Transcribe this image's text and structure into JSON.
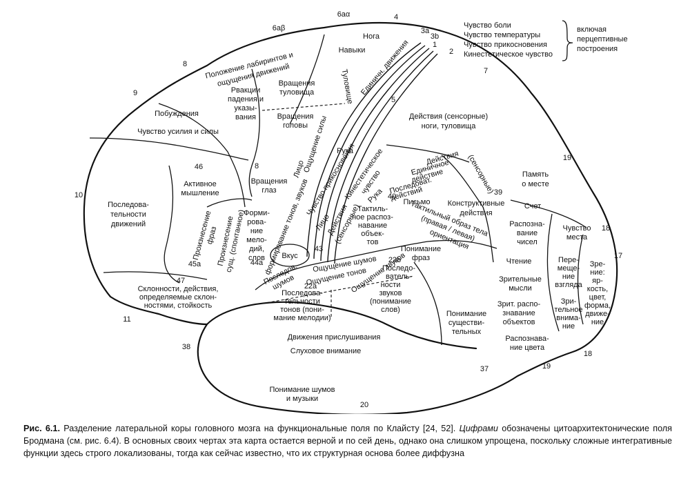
{
  "caption": {
    "label": "Рис. 6.1.",
    "text_main": " Разделение латеральной коры головного мозга на функциональные поля по Клайсту [24, 52]. ",
    "text_italic": "Цифрами",
    "text_rest": " обозначены цитоархитектонические поля Бродмана (см. рис. 6.4). В основных своих чертах эта карта остается верной и по сей день, однако она слишком упрощена, поскольку сложные интегративные функции здесь строго локализованы, тогда как сейчас известно, что их структурная основа более диффузна"
  },
  "legend": {
    "lines": [
      "Чувство боли",
      "Чувство температуры",
      "Чувство прикосновения",
      "Кинестетическое чувство"
    ],
    "brace_lines": [
      "включая",
      "перцептивные",
      "построения"
    ]
  },
  "areas": [
    {
      "id": "6ab",
      "text": "6aβ"
    },
    {
      "id": "6aa",
      "text": "6aα"
    },
    {
      "id": "4",
      "text": "4"
    },
    {
      "id": "3a",
      "text": "3a"
    },
    {
      "id": "3b",
      "text": "3b"
    },
    {
      "id": "1",
      "text": "1"
    },
    {
      "id": "2",
      "text": "2"
    },
    {
      "id": "7",
      "text": "7"
    },
    {
      "id": "5",
      "text": "5"
    },
    {
      "id": "8a",
      "text": "8"
    },
    {
      "id": "8b",
      "text": "8"
    },
    {
      "id": "9",
      "text": "9"
    },
    {
      "id": "10",
      "text": "10"
    },
    {
      "id": "46",
      "text": "46"
    },
    {
      "id": "45a",
      "text": "45a"
    },
    {
      "id": "44a",
      "text": "44a"
    },
    {
      "id": "47",
      "text": "47"
    },
    {
      "id": "11",
      "text": "11"
    },
    {
      "id": "43",
      "text": "43"
    },
    {
      "id": "40",
      "text": "40"
    },
    {
      "id": "39",
      "text": "39"
    },
    {
      "id": "19a",
      "text": "19"
    },
    {
      "id": "19b",
      "text": "19"
    },
    {
      "id": "18a",
      "text": "18"
    },
    {
      "id": "18b",
      "text": "18"
    },
    {
      "id": "17",
      "text": "17"
    },
    {
      "id": "22b",
      "text": "22b"
    },
    {
      "id": "22a",
      "text": "22a"
    },
    {
      "id": "38",
      "text": "38"
    },
    {
      "id": "37",
      "text": "37"
    },
    {
      "id": "20",
      "text": "20"
    }
  ],
  "regions": {
    "noga": "Нога",
    "navyki": "Навыки",
    "edin_dvizh": "Единичн. движения",
    "tulovishche": "Туловище",
    "polozhenie": [
      "Положение лабиринтов и",
      "ощущения движений"
    ],
    "reakcii": [
      "Рвакции",
      "падения и",
      "указы-",
      "вания"
    ],
    "vrasch_tul": [
      "Вращения",
      "туловища"
    ],
    "vrasch_gol": [
      "Вращения",
      "головы"
    ],
    "pobuzhdenie": "Побуждения",
    "chuvstvo_usil": "Чувство усилия и силы",
    "deistviya_sens": [
      "Действия (сенсорные)",
      "ноги, туловища"
    ],
    "oschusch_sily": "Ощущение силы",
    "ruka_top": "Рука",
    "aktivnoe": [
      "Активное",
      "мышление"
    ],
    "vrasch_glaz": [
      "Вращения",
      "глаз"
    ],
    "posledov": [
      "Последова-",
      "тельности",
      "движений"
    ],
    "proiznesenie_fraz": [
      "Произнесение",
      "фраз"
    ],
    "proiznesenie_slov": [
      "Произнесение",
      "сущ. (спонтанное)"
    ],
    "formir_mel": [
      "Форми-",
      "рова-",
      "ние",
      "мело-",
      "дий,",
      "слов"
    ],
    "formir_tonov": "формирование тонов, звуков",
    "lico": "Лицо",
    "chuvstvo_prik": "Чувство прикосновения",
    "kinest": [
      "Кинестетическое",
      "чувство"
    ],
    "edin_deistv": [
      "Действия",
      "Единичное",
      "действие",
      "Последоват.",
      "действий"
    ],
    "sensornye": "(сенсорные)",
    "konstr": [
      "Конструктивные",
      "действия"
    ],
    "pismo": "Письмо",
    "ruka_mid": "Рука",
    "lico_mid": "Лицо",
    "deistviya_mid": [
      "Действия",
      "(сенсорные)"
    ],
    "taktilnoe": [
      "Тактиль-",
      "ное распоз-",
      "навание",
      "объек-",
      "тов"
    ],
    "taktil_obraz": [
      "Тактильный образ тела",
      "(правая / левая)",
      "ориентация"
    ],
    "vkus": "Вкус",
    "ponimanie_fraz": [
      "Понимание",
      "фраз"
    ],
    "osch_shumov": "Ощущение шумов",
    "osch_tonov": "Ощущение тонов",
    "osch_zvukov": "Ощущение звуков",
    "posled_shumov": [
      "Последов.",
      "шумов"
    ],
    "posled_tonov": [
      "Последова-",
      "тельности",
      "тонов (пони-",
      "мание мелодии)"
    ],
    "posled_zvukov": [
      "Последо-",
      "ватель-",
      "ности",
      "звуков",
      "(понимание",
      "слов)"
    ],
    "sklonnosti": [
      "Склонности, действия,",
      "определяемые склон-",
      "ностями, стойкость"
    ],
    "pamyat": [
      "Память",
      "о месте"
    ],
    "schet": "Счет",
    "raspozn_chisel": [
      "Распозна-",
      "вание",
      "чисел"
    ],
    "chtenie": "Чтение",
    "zritelnye": [
      "Зрительные",
      "мысли"
    ],
    "zrit_raspozn": [
      "Зрит. распо-",
      "знавание",
      "объектов"
    ],
    "raspozn_cveta": [
      "Распознава-",
      "ние цвета"
    ],
    "chuvstvo_mesta": [
      "Чувство",
      "места"
    ],
    "peremeschenie": [
      "Пере-",
      "меще-",
      "ние",
      "взгляда"
    ],
    "zrit_vnim": [
      "Зри-",
      "тельное",
      "внима-",
      "ние"
    ],
    "zrenie": [
      "Зре-",
      "ние:",
      "яр-",
      "кость,",
      "цвет,",
      "форма,",
      "движе-",
      "ние"
    ],
    "ponimanie_susch": [
      "Понимание",
      "существи-",
      "тельных"
    ],
    "dvizh_prislush": "Движения прислушивания",
    "sluh_vnim": "Слуховое внимание",
    "ponimanie_shumov": [
      "Понимание шумов",
      "и музыки"
    ]
  }
}
